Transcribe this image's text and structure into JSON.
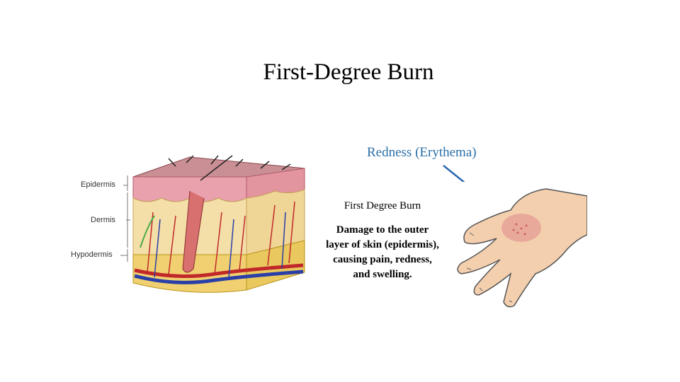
{
  "slide": {
    "title": "First-Degree Burn",
    "redness_label": "Redness (Erythema)",
    "caption_title": "First Degree Burn",
    "caption_body": "Damage to the outer layer of skin (epidermis), causing pain, redness, and swelling."
  },
  "skin_diagram": {
    "labels": {
      "epidermis": "Epidermis",
      "dermis": "Dermis",
      "hypodermis": "Hypodermis"
    }
  },
  "colors": {
    "accent_blue": "#2b6fa8",
    "arrow": "#2a66b0",
    "skin_pink": "#d98a96",
    "fat_yellow": "#f1d98a"
  }
}
